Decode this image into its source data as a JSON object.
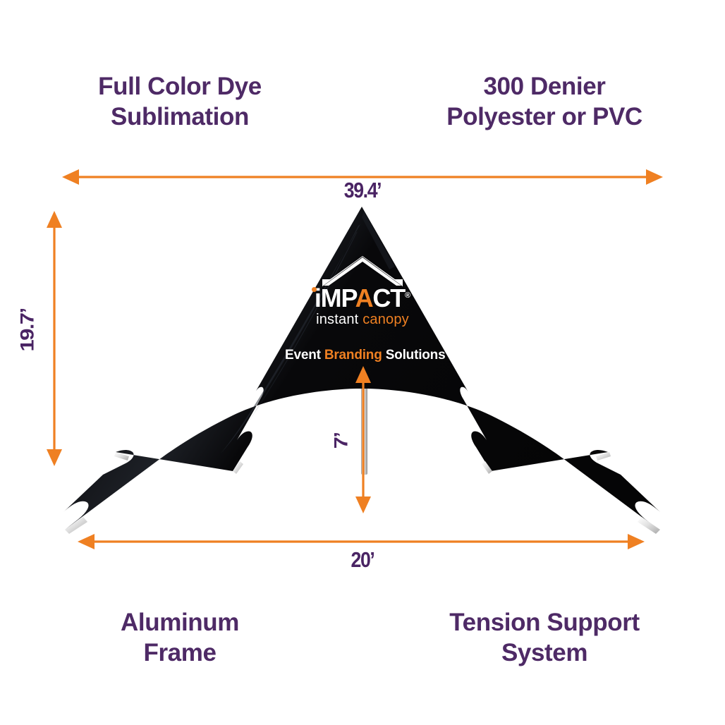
{
  "product": {
    "type": "star-canopy-tent",
    "canopy_color": "#0a0a0a",
    "accent_color": "#ef8022",
    "heading_color": "#4e2a66",
    "dimension_text_color": "#4a2464"
  },
  "features": {
    "top_left": "Full Color Dye\nSublimation",
    "top_right": "300 Denier\nPolyester or PVC",
    "bottom_left": "Aluminum\nFrame",
    "bottom_right": "Tension Support\nSystem"
  },
  "dimensions": {
    "width_top": "39.4’",
    "height_left": "19.7’",
    "height_center": "7’",
    "width_bottom": "20’"
  },
  "canopy_branding": {
    "wordmark_part1": "iMP",
    "wordmark_accent": "A",
    "wordmark_part2": "CT",
    "wordmark_registered": "®",
    "sub_part1": "instant ",
    "sub_accent": "canopy",
    "tagline_part1": "Event ",
    "tagline_accent": "Branding",
    "tagline_part2": " Solutions"
  }
}
